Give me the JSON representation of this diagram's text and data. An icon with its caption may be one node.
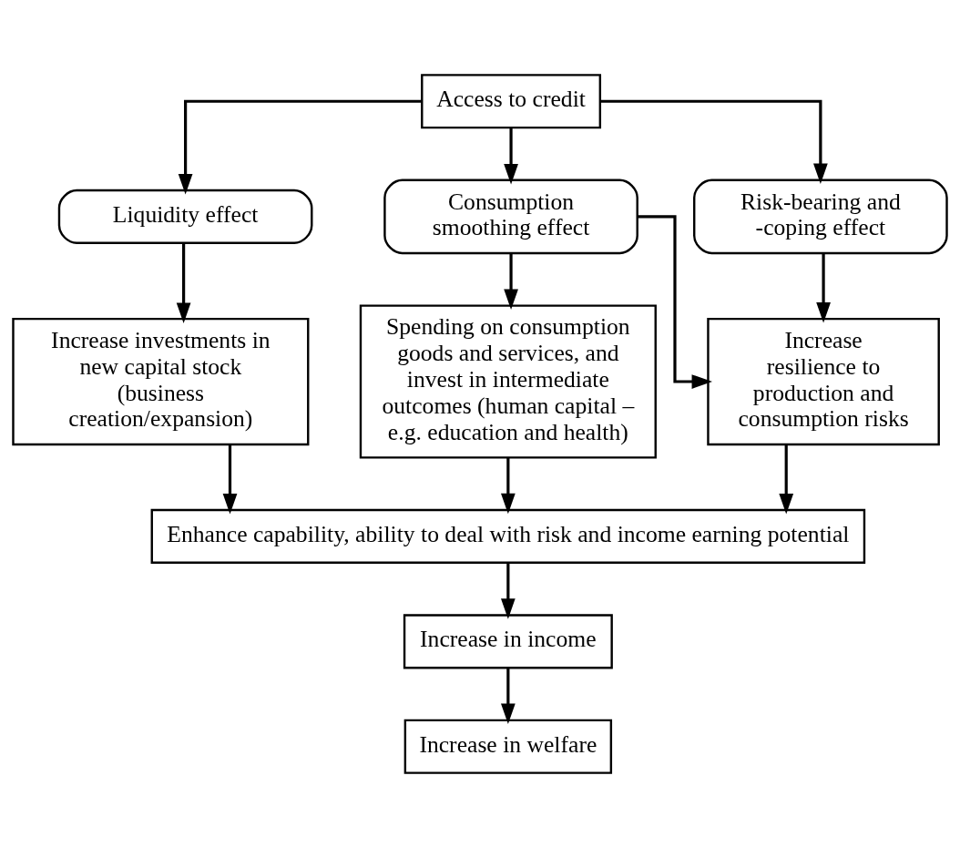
{
  "diagram": {
    "nodes": [
      {
        "text": [
          "Access to credit"
        ]
      },
      {
        "text": [
          "Liquidity effect"
        ]
      },
      {
        "text": [
          "Consumption smoothing effect"
        ]
      },
      {
        "text": [
          "Risk-bearing and -coping effect"
        ]
      },
      {
        "text": [
          "Increase investments in new capital stock (business creation/expansion)"
        ]
      },
      {
        "text": [
          "Spending on consumption goods and services, and invest in intermediate outcomes (human capital – e.g. education and health)"
        ]
      },
      {
        "text": [
          "Increase resilience to production and consumption risks"
        ]
      },
      {
        "text": [
          "Enhance capability, ability to deal with risk and income earning potential"
        ]
      },
      {
        "text": [
          "Increase in income"
        ]
      },
      {
        "text": [
          "Increase in welfare"
        ]
      }
    ],
    "edges": [
      {
        "from": 0,
        "to": 1,
        "arrow": "to"
      },
      {
        "from": 0,
        "to": 2,
        "arrow": "to"
      },
      {
        "from": 0,
        "to": 3,
        "arrow": "to"
      },
      {
        "from": 1,
        "to": 4,
        "arrow": "to"
      },
      {
        "from": 2,
        "to": 5,
        "arrow": "to"
      },
      {
        "from": 2,
        "to": 6,
        "arrow": "to"
      },
      {
        "from": 3,
        "to": 6,
        "arrow": "to"
      },
      {
        "from": 4,
        "to": 7,
        "arrow": "to"
      },
      {
        "from": 5,
        "to": 7,
        "arrow": "to"
      },
      {
        "from": 6,
        "to": 7,
        "arrow": "to"
      },
      {
        "from": 7,
        "to": 8,
        "arrow": "to"
      },
      {
        "from": 8,
        "to": 9,
        "arrow": "to"
      }
    ]
  }
}
